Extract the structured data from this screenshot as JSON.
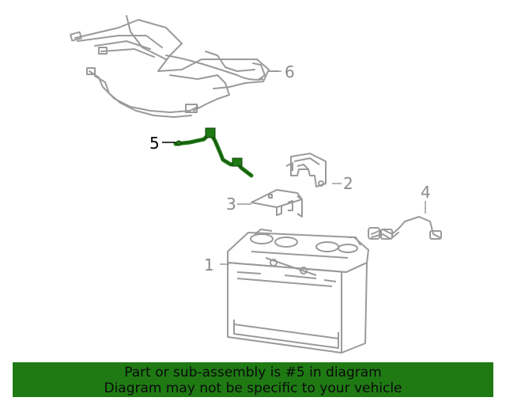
{
  "callouts": {
    "c1": "1",
    "c2": "2",
    "c3": "3",
    "c4": "4",
    "c5": "5",
    "c6": "6"
  },
  "highlight_color": "#1f7a14",
  "banner": {
    "line1": "Part or sub-assembly is #5 in diagram",
    "line2": "Diagram may not be specific to your vehicle"
  }
}
